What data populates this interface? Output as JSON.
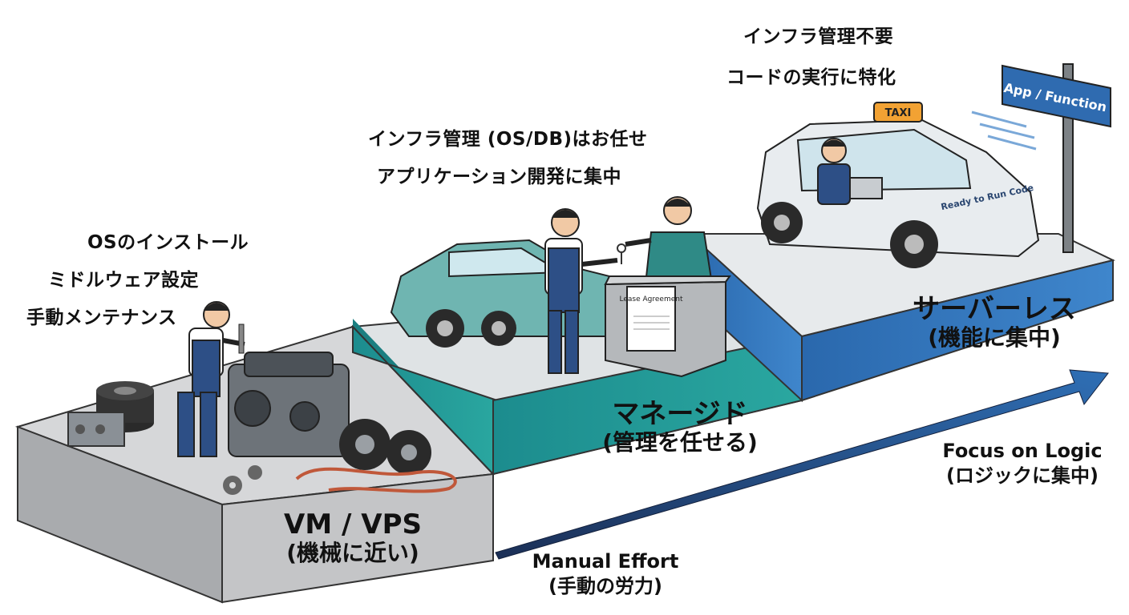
{
  "stages": {
    "vm": {
      "title": "VM / VPS",
      "subtitle": "(機械に近い)",
      "notes": [
        "OSのインストール",
        "ミドルウェア設定",
        "手動メンテナンス"
      ]
    },
    "managed": {
      "title": "マネージド",
      "subtitle": "(管理を任せる)",
      "notes": [
        "インフラ管理 (OS/DB)はお任せ",
        "アプリケーション開発に集中"
      ],
      "document_title": "Lease Agreement"
    },
    "serverless": {
      "title": "サーバーレス",
      "subtitle": "(機能に集中)",
      "notes": [
        "インフラ管理不要",
        "コードの実行に特化"
      ],
      "taxi_sign": "TAXI",
      "car_text": "Ready to Run Code",
      "signpost": "App / Function"
    }
  },
  "axis": {
    "start": {
      "label": "Manual Effort",
      "sub": "(手動の労力)"
    },
    "end": {
      "label": "Focus on Logic",
      "sub": "(ロジックに集中)"
    }
  },
  "colors": {
    "step_vm_front": "#b9bbbe",
    "step_managed_front": "#1f9696",
    "step_serverless_front": "#2f72b8",
    "arrow": "#2a5f9e"
  }
}
